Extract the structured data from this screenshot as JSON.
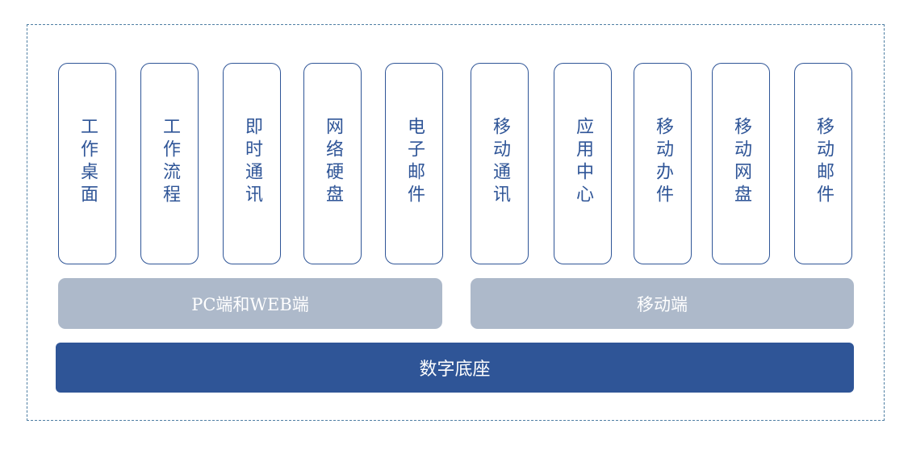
{
  "pc_modules": [
    "工作桌面",
    "工作流程",
    "即时通讯",
    "网络硬盘",
    "电子邮件"
  ],
  "mobile_modules": [
    "移动通讯",
    "应用中心",
    "移动办件",
    "移动网盘",
    "移动邮件"
  ],
  "platforms": {
    "pc": "PC端和WEB端",
    "mobile": "移动端"
  },
  "base": "数字底座",
  "colors": {
    "primary": "#2f5597",
    "platform_fill": "#adb9ca",
    "frame_border": "#4f7fa3"
  }
}
